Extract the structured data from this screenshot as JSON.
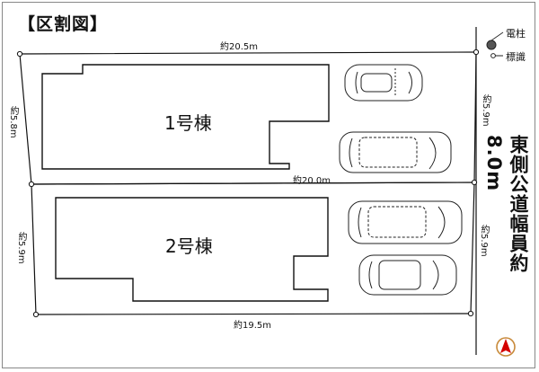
{
  "title": "【区割図】",
  "legend": {
    "pole": "電柱",
    "sign": "標識"
  },
  "dimensions": {
    "top": "約20.5m",
    "middle": "約20.0m",
    "bottom": "約19.5m",
    "left_lot1": "約5.8m",
    "left_lot2": "約5.9m",
    "right_lot1": "約5.9m",
    "right_lot2": "約5.9m"
  },
  "buildings": {
    "lot1": "1号棟",
    "lot2": "2号棟"
  },
  "road": "東側公道幅員約8.0m",
  "colors": {
    "line": "#111111",
    "pole": "#555555",
    "north_arrow": "#d40000",
    "north_ring": "#c88a3a"
  }
}
